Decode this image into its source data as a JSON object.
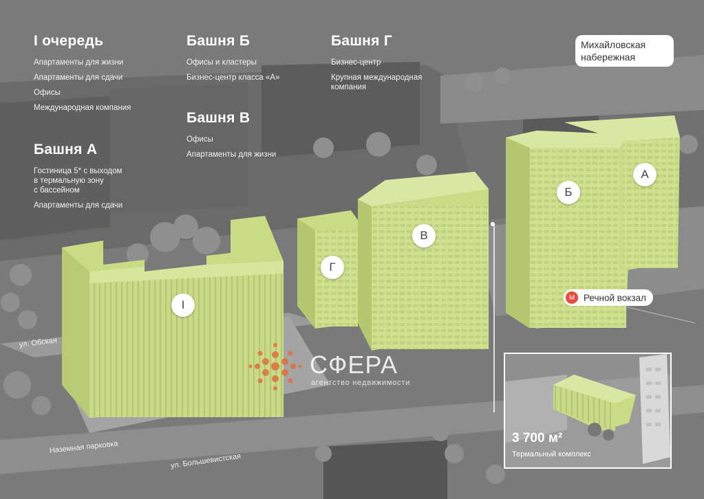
{
  "colors": {
    "building_green": "#cfe08f",
    "building_green_dark": "#b9cc77",
    "context_gray": "#6c6c6c",
    "ground": "#7a7a7a",
    "metro_red": "#e94b3c",
    "logo_orange": "#e0703a"
  },
  "legend": [
    {
      "title": "I очередь",
      "items": [
        "Апартаменты для жизни",
        "Апартаменты для сдачи",
        "Офисы",
        "Международная компания"
      ]
    },
    {
      "title": "Башня А",
      "items": [
        "Гостиница 5* с выходом\nв термальную зону\nс бассейном",
        "Апартаменты для сдачи"
      ]
    },
    {
      "title": "Башня Б",
      "items": [
        "Офисы и кластеры",
        "Бизнес-центр класса «А»"
      ]
    },
    {
      "title": "Башня В",
      "items": [
        "Офисы",
        "Апартаменты для жизни"
      ]
    },
    {
      "title": "Башня Г",
      "items": [
        "Бизнес-центр",
        "Крупная международная\nкомпания"
      ]
    }
  ],
  "map_labels": {
    "embankment": "Михайловская\nнабережная",
    "metro_letter": "М",
    "metro_station": "Речной вокзал",
    "street_obskaya": "ул. Обская",
    "street_bolshevistskaya": "ул. Большевистская",
    "parking": "Наземная парковка"
  },
  "building_badges": {
    "phase1": "I",
    "tower_g": "Г",
    "tower_v": "В",
    "tower_b": "Б",
    "tower_a": "А"
  },
  "inset": {
    "area": "3 700 м²",
    "caption": "Термальный комплекс"
  },
  "watermark": {
    "name": "СФЕРА",
    "tagline": "агентство недвижимости"
  }
}
